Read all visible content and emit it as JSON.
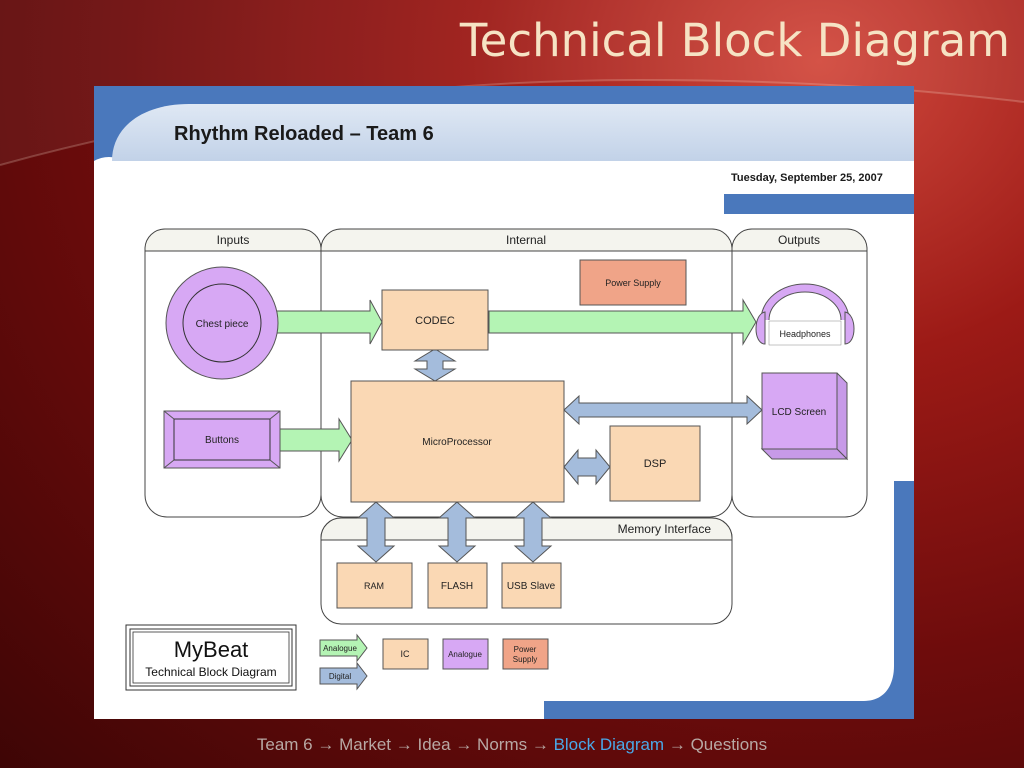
{
  "slide": {
    "title": "Technical Block Diagram",
    "footer": {
      "items": [
        "Team 6",
        "Market",
        "Idea",
        "Norms",
        "Block Diagram",
        "Questions"
      ],
      "separator": "→",
      "active": "Block Diagram"
    }
  },
  "diagram": {
    "header": "Rhythm Reloaded – Team 6",
    "date": "Tuesday, September 25, 2007",
    "sections": {
      "inputs": "Inputs",
      "internal": "Internal",
      "outputs": "Outputs",
      "memory": "Memory Interface"
    },
    "blocks": {
      "chest_piece": "Chest piece",
      "buttons": "Buttons",
      "power_supply": "Power Supply",
      "codec": "CODEC",
      "microprocessor": "MicroProcessor",
      "dsp": "DSP",
      "headphones": "Headphones",
      "lcd_screen": "LCD Screen",
      "ram": "RAM",
      "flash": "FLASH",
      "usb_slave": "USB Slave"
    },
    "title_box": {
      "name": "MyBeat",
      "subtitle": "Technical Block Diagram"
    },
    "legend": {
      "analogue_arrow": "Analogue",
      "digital_arrow": "Digital",
      "ic": "IC",
      "analogue_box": "Analogue",
      "power_line1": "Power",
      "power_line2": "Supply"
    },
    "colors": {
      "ic": "#fad8b4",
      "analogue_block": "#d7a8f4",
      "power_block": "#f0a488",
      "analogue_arrow": "#b4f4b4",
      "digital_arrow": "#a4bcdc",
      "accent_blue": "#4a78bc"
    }
  }
}
